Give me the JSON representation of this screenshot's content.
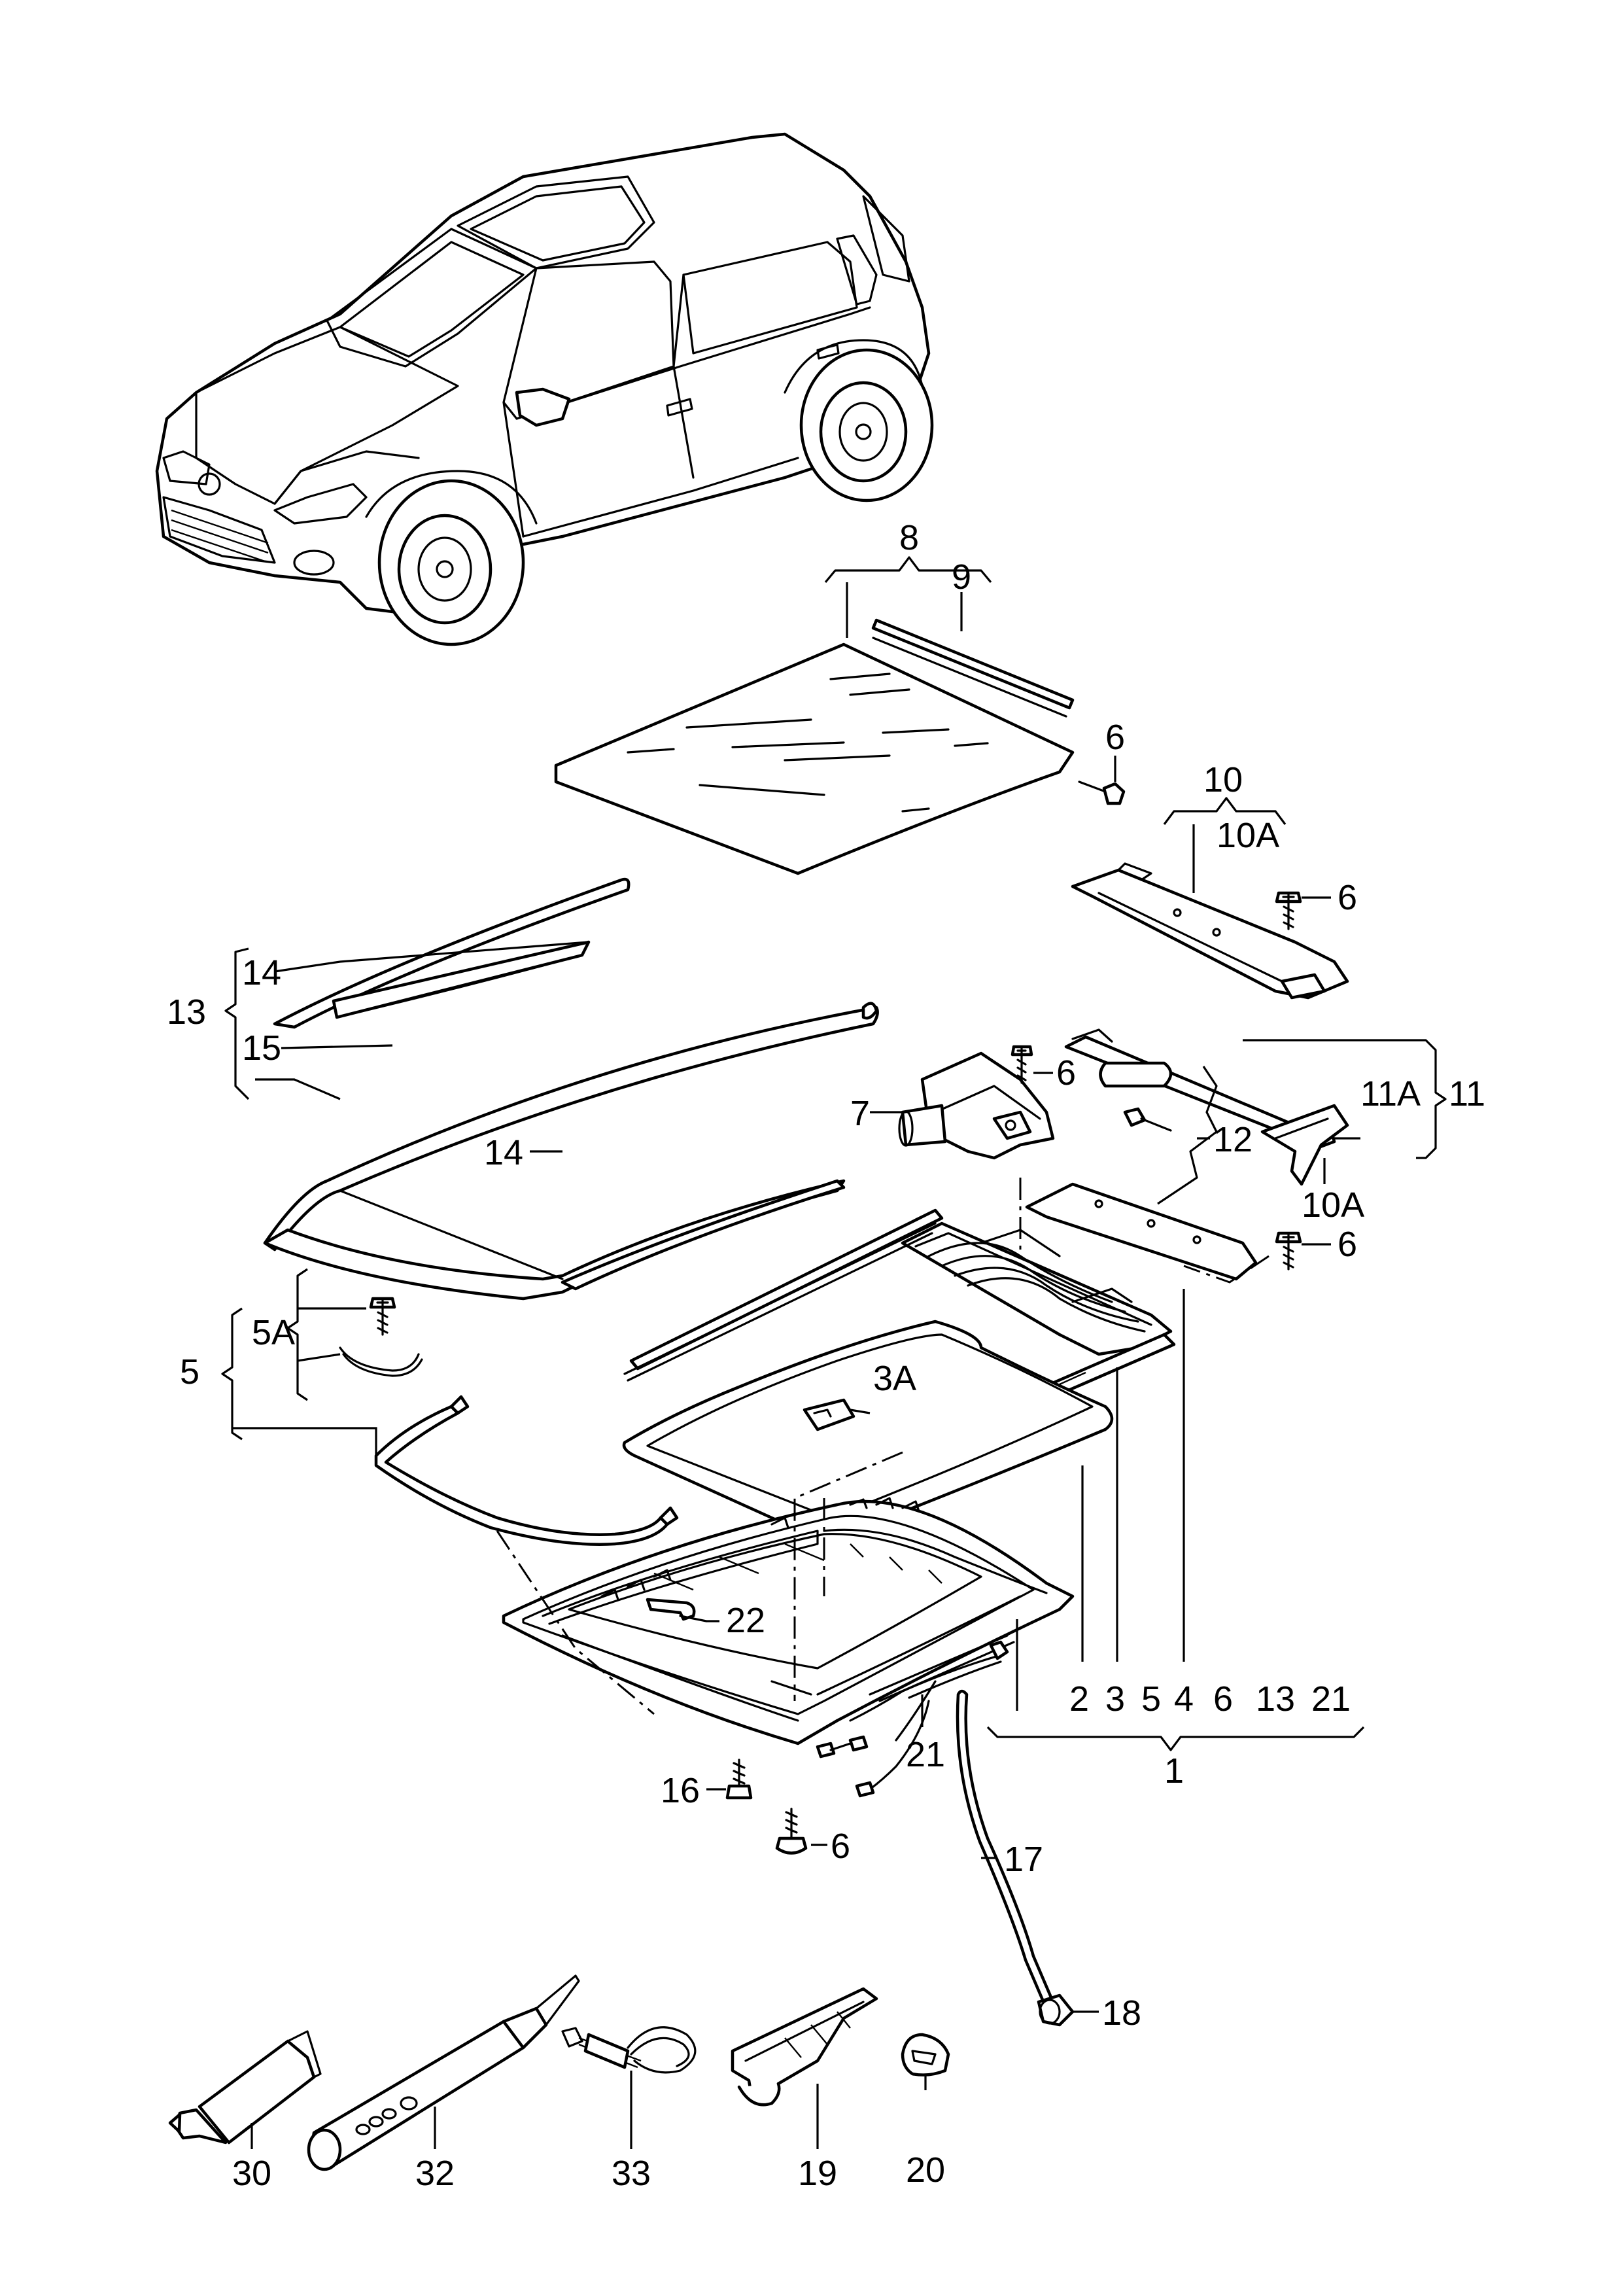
{
  "labels": {
    "l1": "1",
    "l2": "2",
    "l3": "3",
    "l3a": "3A",
    "l4": "4",
    "l5": "5",
    "l5a": "5A",
    "l6": "6",
    "l7": "7",
    "l8": "8",
    "l9": "9",
    "l10": "10",
    "l10a": "10A",
    "l11": "11",
    "l11a": "11A",
    "l12": "12",
    "l13": "13",
    "l14": "14",
    "l15": "15",
    "l16": "16",
    "l17": "17",
    "l18": "18",
    "l19": "19",
    "l20": "20",
    "l21": "21",
    "l22": "22",
    "l30": "30",
    "l32": "32",
    "l33": "33"
  },
  "group_1_members": [
    "2",
    "3",
    "5",
    "4",
    "6",
    "13",
    "21"
  ]
}
